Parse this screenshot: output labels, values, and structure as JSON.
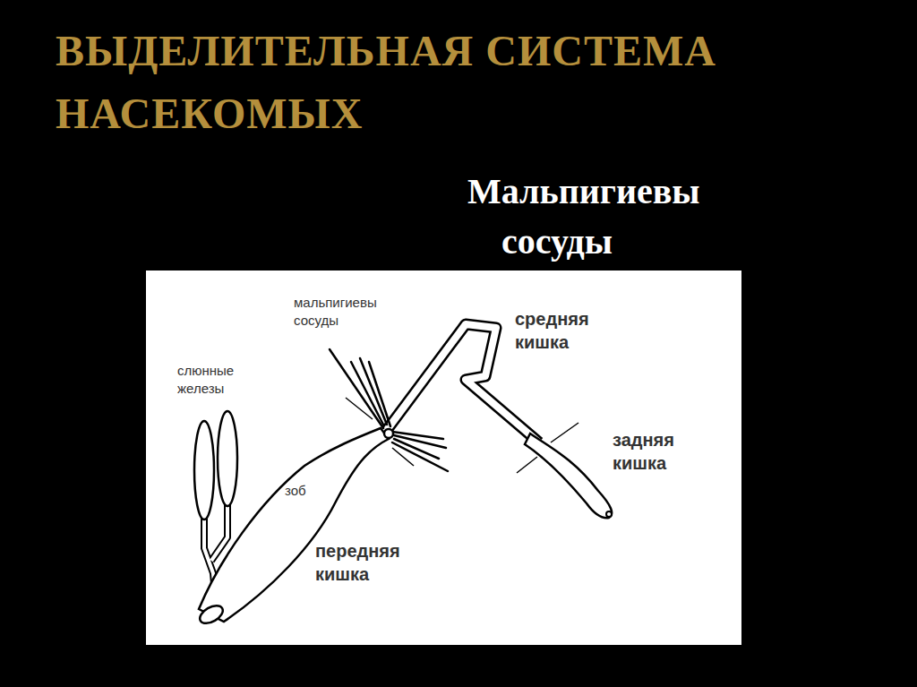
{
  "diagram": {
    "title": "ВЫДЕЛИТЕЛЬНАЯ СИСТЕМА НАСЕКОМЫХ",
    "labels": [
      "Мальпигиевы сосуды",
      "мальпигиевы сосуды",
      "слюнные железы",
      "зоб",
      "передняя кишка",
      "средняя кишка",
      "задняя кишка"
    ]
  }
}
